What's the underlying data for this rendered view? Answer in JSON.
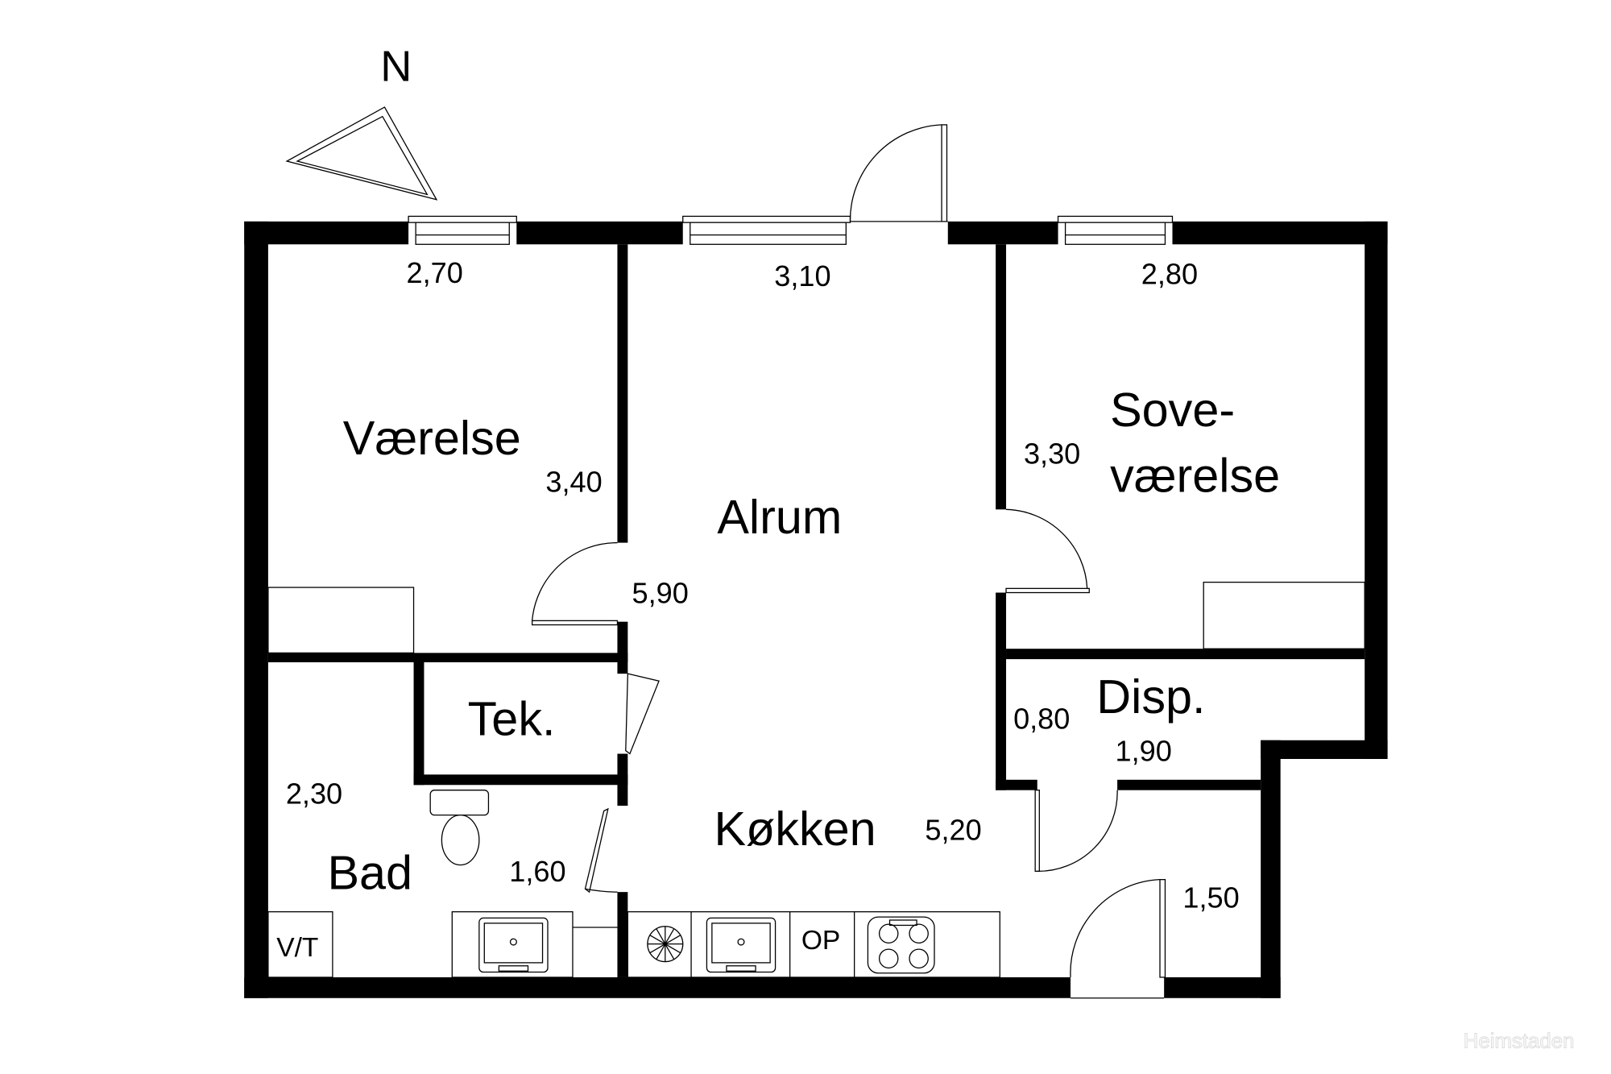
{
  "compass": {
    "label": "N"
  },
  "rooms": {
    "vaerelse": "Værelse",
    "alrum": "Alrum",
    "sove_line1": "Sove-",
    "sove_line2": "værelse",
    "disp": "Disp.",
    "tek": "Tek.",
    "bad": "Bad",
    "kokken": "Køkken"
  },
  "dimensions": {
    "vaerelse_width": "2,70",
    "vaerelse_depth": "3,40",
    "alrum_width": "3,10",
    "alrum_depth": "5,90",
    "sove_width": "2,80",
    "sove_depth": "3,30",
    "disp_depth": "0,80",
    "disp_width": "1,90",
    "bad_depth": "2,30",
    "bad_width": "1,60",
    "kokken_depth": "5,20",
    "entry_width": "1,50"
  },
  "fixtures": {
    "washer_dryer": "V/T",
    "oven": "OP"
  },
  "watermark": "Heimstaden"
}
